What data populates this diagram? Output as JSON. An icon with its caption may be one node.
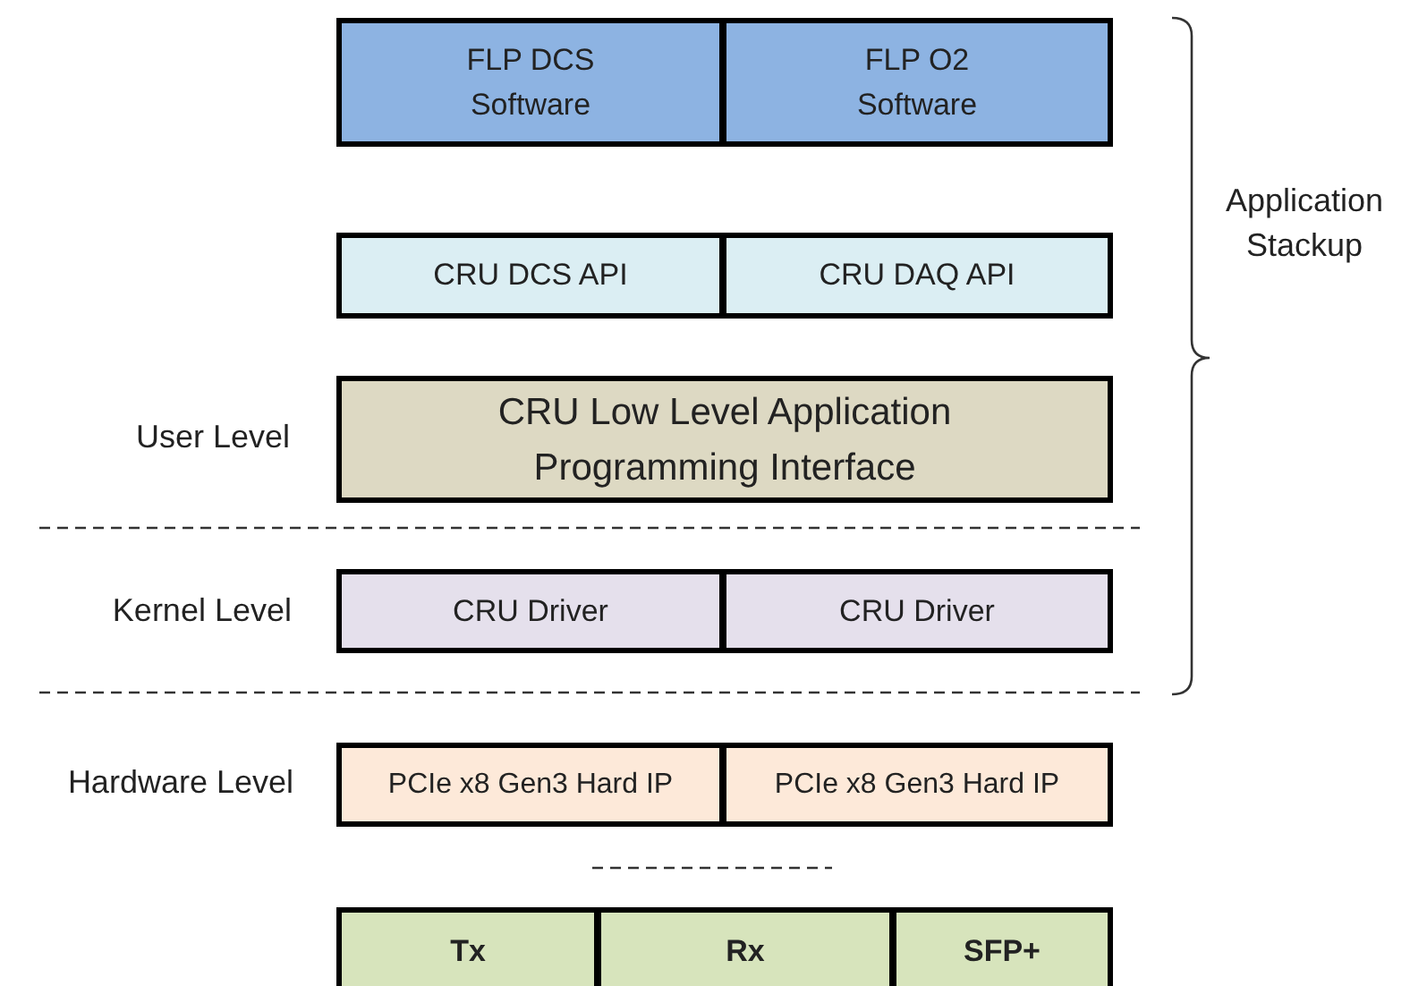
{
  "diagram": {
    "nodes": [
      {
        "text": [
          "FLP DCS Software"
        ]
      },
      {
        "text": [
          "FLP O2 Software"
        ]
      },
      {
        "text": [
          "CRU DCS API"
        ]
      },
      {
        "text": [
          "CRU DAQ API"
        ]
      },
      {
        "text": [
          "CRU Low Level Application Programming Interface"
        ]
      },
      {
        "text": [
          "CRU Driver"
        ]
      },
      {
        "text": [
          "CRU Driver"
        ]
      },
      {
        "text": [
          "PCIe x8 Gen3 Hard IP"
        ]
      },
      {
        "text": [
          "PCIe x8 Gen3 Hard IP"
        ]
      },
      {
        "text": [
          "Tx"
        ]
      },
      {
        "text": [
          "Rx"
        ]
      },
      {
        "text": [
          "SFP+"
        ]
      }
    ],
    "labels": [
      "Application Stackup",
      "User Level",
      "Kernel Level",
      "Hardware Level"
    ]
  }
}
